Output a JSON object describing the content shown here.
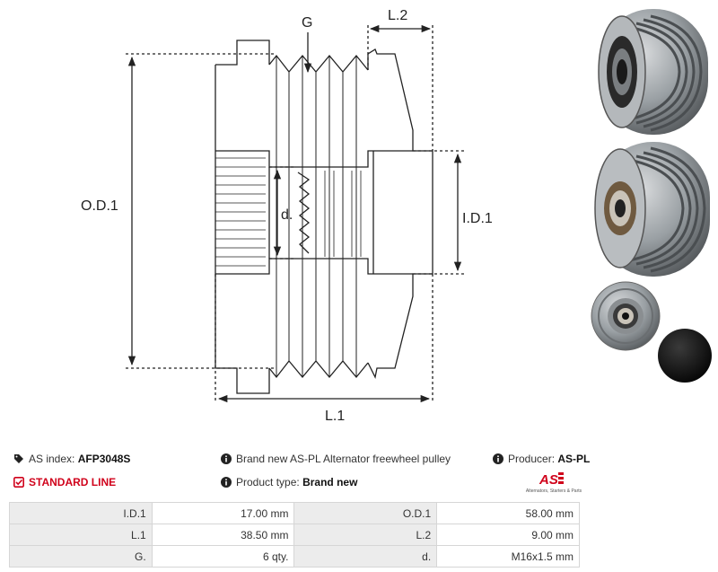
{
  "drawing": {
    "labels": {
      "g": "G",
      "l2": "L.2",
      "od1": "O.D.1",
      "d": "d.",
      "id1": "I.D.1",
      "l1": "L.1"
    }
  },
  "photos": [
    {
      "name": "pulley-front-view"
    },
    {
      "name": "pulley-rear-view"
    },
    {
      "name": "pulley-face-with-cap"
    }
  ],
  "info": {
    "as_index_label": "AS index:",
    "as_index_value": "AFP3048S",
    "description": "Brand new AS-PL Alternator freewheel pulley",
    "producer_label": "Producer:",
    "producer_value": "AS-PL",
    "standard_line": "STANDARD LINE",
    "product_type_label": "Product type:",
    "product_type_value": "Brand new"
  },
  "logo": {
    "mark": "AS",
    "tagline": "Alternators, Starters & Parts"
  },
  "specs": [
    {
      "label_a": "I.D.1",
      "value_a": "17.00 mm",
      "label_b": "O.D.1",
      "value_b": "58.00 mm"
    },
    {
      "label_a": "L.1",
      "value_a": "38.50 mm",
      "label_b": "L.2",
      "value_b": "9.00 mm"
    },
    {
      "label_a": "G.",
      "value_a": "6 qty.",
      "label_b": "d.",
      "value_b": "M16x1.5 mm"
    }
  ],
  "colors": {
    "accent": "#d0021b",
    "table_label_bg": "#ececec",
    "table_border": "#d6d6d6"
  }
}
